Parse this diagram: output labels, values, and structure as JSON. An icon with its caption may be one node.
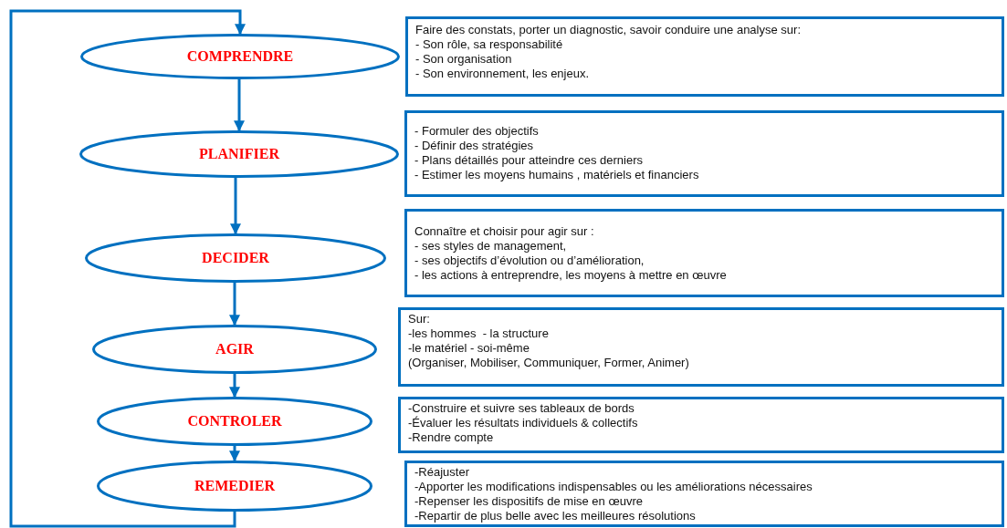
{
  "diagram": {
    "nodes": [
      {
        "text": [
          "COMPRENDRE"
        ]
      },
      {
        "text": [
          "PLANIFIER"
        ]
      },
      {
        "text": [
          "DECIDER"
        ]
      },
      {
        "text": [
          "AGIR"
        ]
      },
      {
        "text": [
          "CONTROLER"
        ]
      },
      {
        "text": [
          "REMEDIER"
        ]
      },
      {
        "text": [
          "Faire des constats, porter un diagnostic, savoir conduire une analyse sur:",
          "- Son rôle, sa responsabilité",
          "- Son organisation",
          "- Son environnement, les enjeux."
        ]
      },
      {
        "text": [
          "- Formuler des objectifs",
          "- Définir des stratégies",
          "- Plans détaillés pour atteindre ces derniers",
          "- Estimer les moyens humains , matériels et financiers"
        ]
      },
      {
        "text": [
          "Connaître et choisir pour agir sur :",
          "- ses styles de management,",
          "- ses objectifs d’évolution ou d’amélioration,",
          "- les actions à entreprendre, les moyens à mettre en œuvre"
        ]
      },
      {
        "text": [
          "Sur:",
          "-les hommes  - la structure",
          "-le matériel - soi-même",
          "(Organiser, Mobiliser, Communiquer, Former, Animer)"
        ]
      },
      {
        "text": [
          "-Construire et suivre ses tableaux de bords",
          "-Évaluer les résultats individuels & collectifs",
          "-Rendre compte"
        ]
      },
      {
        "text": [
          "-Réajuster",
          "-Apporter les modifications indispensables ou les améliorations nécessaires",
          "-Repenser les dispositifs de mise en œuvre",
          "-Repartir de plus belle avec les meilleures résolutions"
        ]
      }
    ],
    "edges": [
      {
        "from": 0,
        "to": 1,
        "arrow": "to"
      },
      {
        "from": 1,
        "to": 2,
        "arrow": "to"
      },
      {
        "from": 2,
        "to": 3,
        "arrow": "to"
      },
      {
        "from": 3,
        "to": 4,
        "arrow": "to"
      },
      {
        "from": 4,
        "to": 5,
        "arrow": "to"
      },
      {
        "from": 5,
        "to": 0,
        "arrow": "to"
      }
    ]
  }
}
